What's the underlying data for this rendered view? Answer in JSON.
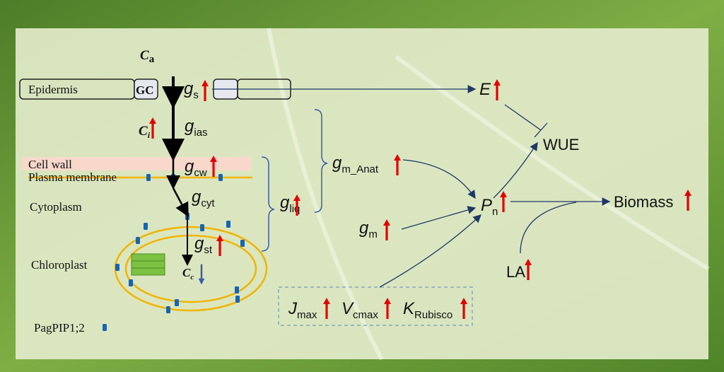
{
  "colors": {
    "up_arrow": "#e30000",
    "down_arrow": "#3a5da8",
    "flow_line": "#1f3864",
    "membrane": "#f0b400",
    "aquaporin": "#1565b5",
    "cell_wall": "#f7d8cb",
    "panel": "#e2ebc9"
  },
  "labels": {
    "ca_main": "C",
    "ca_sub": "a",
    "epidermis": "Epidermis",
    "gc": "GC",
    "gs_main": "g",
    "gs_sub": "s",
    "ci_main": "C",
    "ci_sub": "i",
    "gias_main": "g",
    "gias_sub": "ias",
    "cell_wall": "Cell wall",
    "plasma_membrane": "Plasma membrane",
    "gcw_main": "g",
    "gcw_sub": "cw",
    "cytoplasm": "Cytoplasm",
    "gcyt_main": "g",
    "gcyt_sub": "cyt",
    "chloroplast": "Chloroplast",
    "gst_main": "g",
    "gst_sub": "st",
    "cc_main": "C",
    "cc_sub": "c",
    "legend_pip": "PagPIP1;2",
    "gliq_main": "g",
    "gliq_sub": "liq",
    "gmanat_main": "g",
    "gmanat_sub": "m_Anat",
    "gm_main": "g",
    "gm_sub": "m",
    "e": "E",
    "wue": "WUE",
    "pn_main": "P",
    "pn_sub": "n",
    "biomass": "Biomass",
    "la": "LA",
    "jmax_main": "J",
    "jmax_sub": "max",
    "vcmax_main": "V",
    "vcmax_sub": "cmax",
    "krub_main": "K",
    "krub_sub": "Rubisco"
  }
}
